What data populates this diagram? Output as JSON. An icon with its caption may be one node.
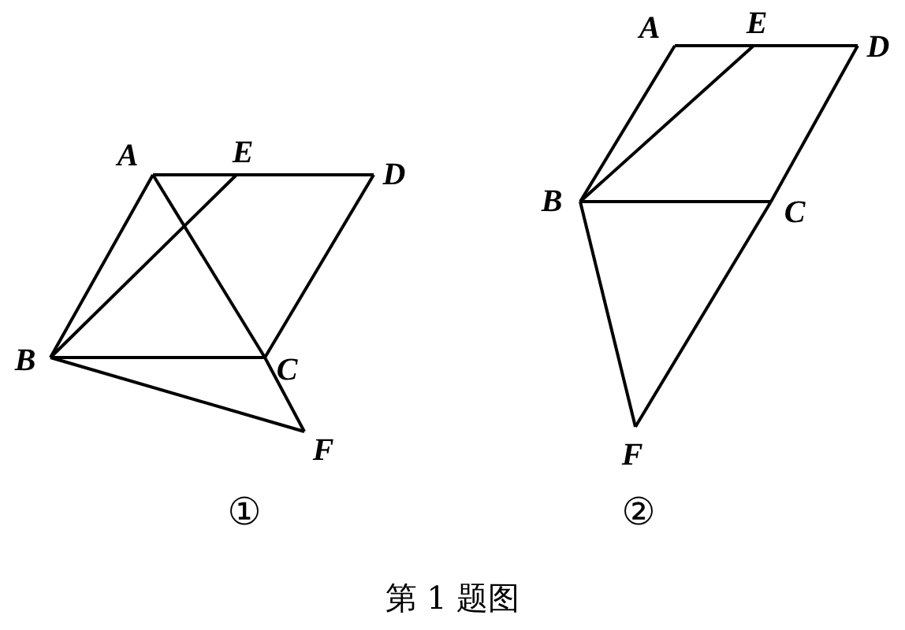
{
  "diagram": {
    "caption": "第 1 题图",
    "nodes": [
      {
        "text": [
          "A"
        ]
      },
      {
        "text": [
          "E"
        ]
      },
      {
        "text": [
          "D"
        ]
      },
      {
        "text": [
          "B"
        ]
      },
      {
        "text": [
          "C"
        ]
      },
      {
        "text": [
          "F"
        ]
      },
      {
        "text": [
          "A"
        ]
      },
      {
        "text": [
          "E"
        ]
      },
      {
        "text": [
          "D"
        ]
      },
      {
        "text": [
          "B"
        ]
      },
      {
        "text": [
          "C"
        ]
      },
      {
        "text": [
          "F"
        ]
      }
    ],
    "edges": [
      {
        "from": 0,
        "to": 1,
        "arrow": "none"
      },
      {
        "from": 1,
        "to": 2,
        "arrow": "none"
      },
      {
        "from": 0,
        "to": 3,
        "arrow": "none"
      },
      {
        "from": 3,
        "to": 1,
        "arrow": "none"
      },
      {
        "from": 3,
        "to": 4,
        "arrow": "none"
      },
      {
        "from": 4,
        "to": 2,
        "arrow": "none"
      },
      {
        "from": 0,
        "to": 4,
        "arrow": "none"
      },
      {
        "from": 4,
        "to": 5,
        "arrow": "none"
      },
      {
        "from": 3,
        "to": 5,
        "arrow": "none"
      },
      {
        "from": 6,
        "to": 7,
        "arrow": "none"
      },
      {
        "from": 7,
        "to": 8,
        "arrow": "none"
      },
      {
        "from": 6,
        "to": 9,
        "arrow": "none"
      },
      {
        "from": 9,
        "to": 7,
        "arrow": "none"
      },
      {
        "from": 9,
        "to": 10,
        "arrow": "none"
      },
      {
        "from": 10,
        "to": 8,
        "arrow": "none"
      },
      {
        "from": 9,
        "to": 11,
        "arrow": "none"
      },
      {
        "from": 11,
        "to": 10,
        "arrow": "none"
      }
    ],
    "labels": [
      "①",
      "②"
    ]
  }
}
